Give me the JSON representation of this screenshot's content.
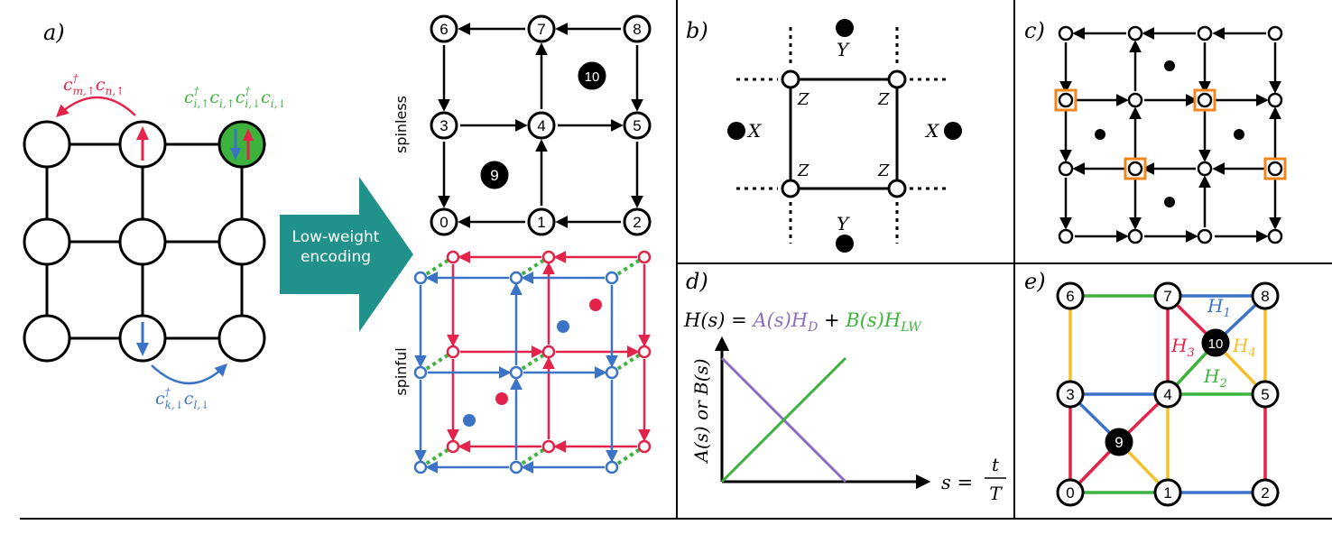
{
  "panels": {
    "a": "a)",
    "b": "b)",
    "c": "c)",
    "d": "d)",
    "e": "e)"
  },
  "panel_a": {
    "hop_up": {
      "c": "c",
      "dag": "†",
      "sub1": "m,↑",
      "c2": "c",
      "sub2": "n,↑"
    },
    "interaction": {
      "c": "c",
      "dag": "†",
      "sub1": "i,↑",
      "c2": "c",
      "sub2": "i,↑",
      "c3": "c",
      "dag2": "†",
      "sub3": "i,↓",
      "c4": "c",
      "sub4": "i,↓"
    },
    "hop_down": {
      "c": "c",
      "dag": "†",
      "sub1": "k,↓",
      "c2": "c",
      "sub2": "l,↓"
    },
    "arrow_label": {
      "line1": "Low-weight",
      "line2": "encoding"
    }
  },
  "encoding": {
    "spinless_label": "spinless",
    "spinful_label": "spinful",
    "node_labels": [
      "0",
      "1",
      "2",
      "3",
      "4",
      "5",
      "6",
      "7",
      "8",
      "9",
      "10"
    ]
  },
  "panel_b": {
    "x": "X",
    "y": "Y",
    "z": "Z"
  },
  "panel_d": {
    "eq_lhs": "H(s) = ",
    "eq_A": "A(s)H",
    "eq_A_sub": "D",
    "eq_plus": " + ",
    "eq_B": "B(s)H",
    "eq_B_sub": "LW",
    "ylabel": "A(s) or B(s)",
    "x_s": "s =",
    "x_num": "t",
    "x_den": "T"
  },
  "panel_e": {
    "node_labels": [
      "0",
      "1",
      "2",
      "3",
      "4",
      "5",
      "6",
      "7",
      "8",
      "9",
      "10"
    ],
    "h1": "H",
    "h1_sub": "1",
    "h2": "H",
    "h2_sub": "2",
    "h3": "H",
    "h3_sub": "3",
    "h4": "H",
    "h4_sub": "4"
  },
  "colors": {
    "red": "#e4234a",
    "blue": "#3b74c7",
    "green": "#3db33d",
    "purple": "#8a6ebd",
    "yellow": "#f5c12b",
    "teal": "#21918c",
    "orange": "#f0861e",
    "ink": "#000000"
  }
}
